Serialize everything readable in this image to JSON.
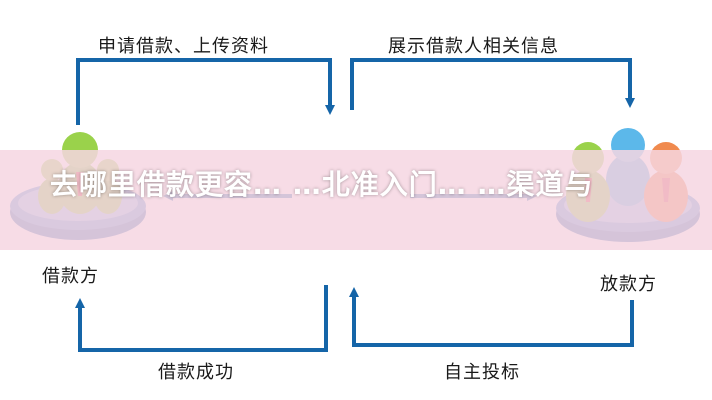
{
  "diagram": {
    "top_left_label": "申请借款、上传资料",
    "top_right_label": "展示借款人相关信息",
    "bottom_left_label": "借款成功",
    "bottom_right_label": "自主投标",
    "borrower_label": "借款方",
    "lender_label": "放款方",
    "colors": {
      "arrow": "#1565a8",
      "banner": "#f6d6e2",
      "disc": "#2f6fb6",
      "person_green": "#7ec23a",
      "person_blue": "#3aa0df",
      "person_orange": "#e66a2c",
      "tie_red": "#d3232a"
    }
  },
  "overlay": {
    "watermark_text": "去哪里借款更容…        …北准入门…         …渠道与"
  }
}
